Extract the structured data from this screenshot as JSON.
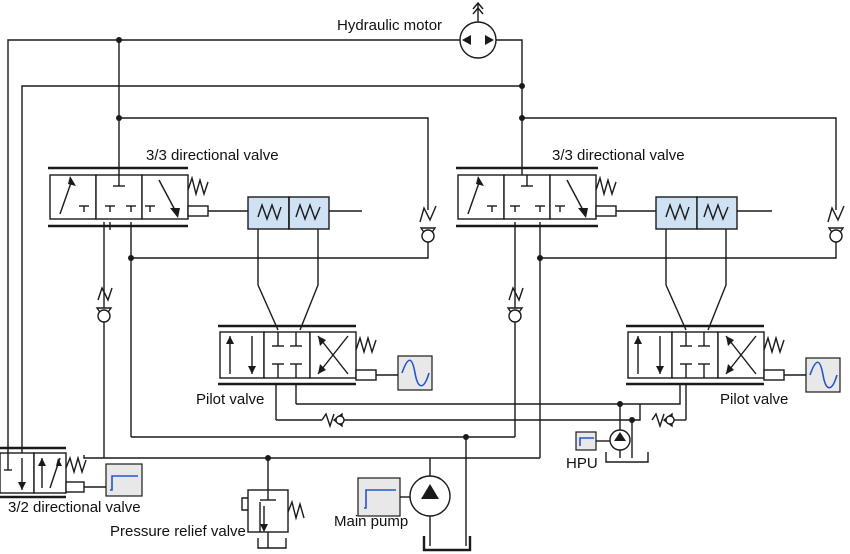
{
  "labels": {
    "hydraulic_motor": "Hydraulic motor",
    "valve33_left": "3/3 directional valve",
    "valve33_right": "3/3 directional valve",
    "pilot_left": "Pilot valve",
    "pilot_right": "Pilot valve",
    "valve32": "3/2 directional valve",
    "relief": "Pressure relief valve",
    "main_pump": "Main pump",
    "hpu": "HPU"
  },
  "colors": {
    "line": "#1a1a1a",
    "cylinder_fill": "#cfe2f3",
    "signal_box": "#e8e8e8",
    "signal_trace": "#2255cc"
  },
  "icons": {
    "motor": "hydraulic-motor-icon",
    "pump": "pump-icon",
    "check_valve": "check-valve-icon",
    "spring": "spring-icon",
    "sine_signal": "sine-signal-icon",
    "step_signal": "step-signal-icon"
  }
}
